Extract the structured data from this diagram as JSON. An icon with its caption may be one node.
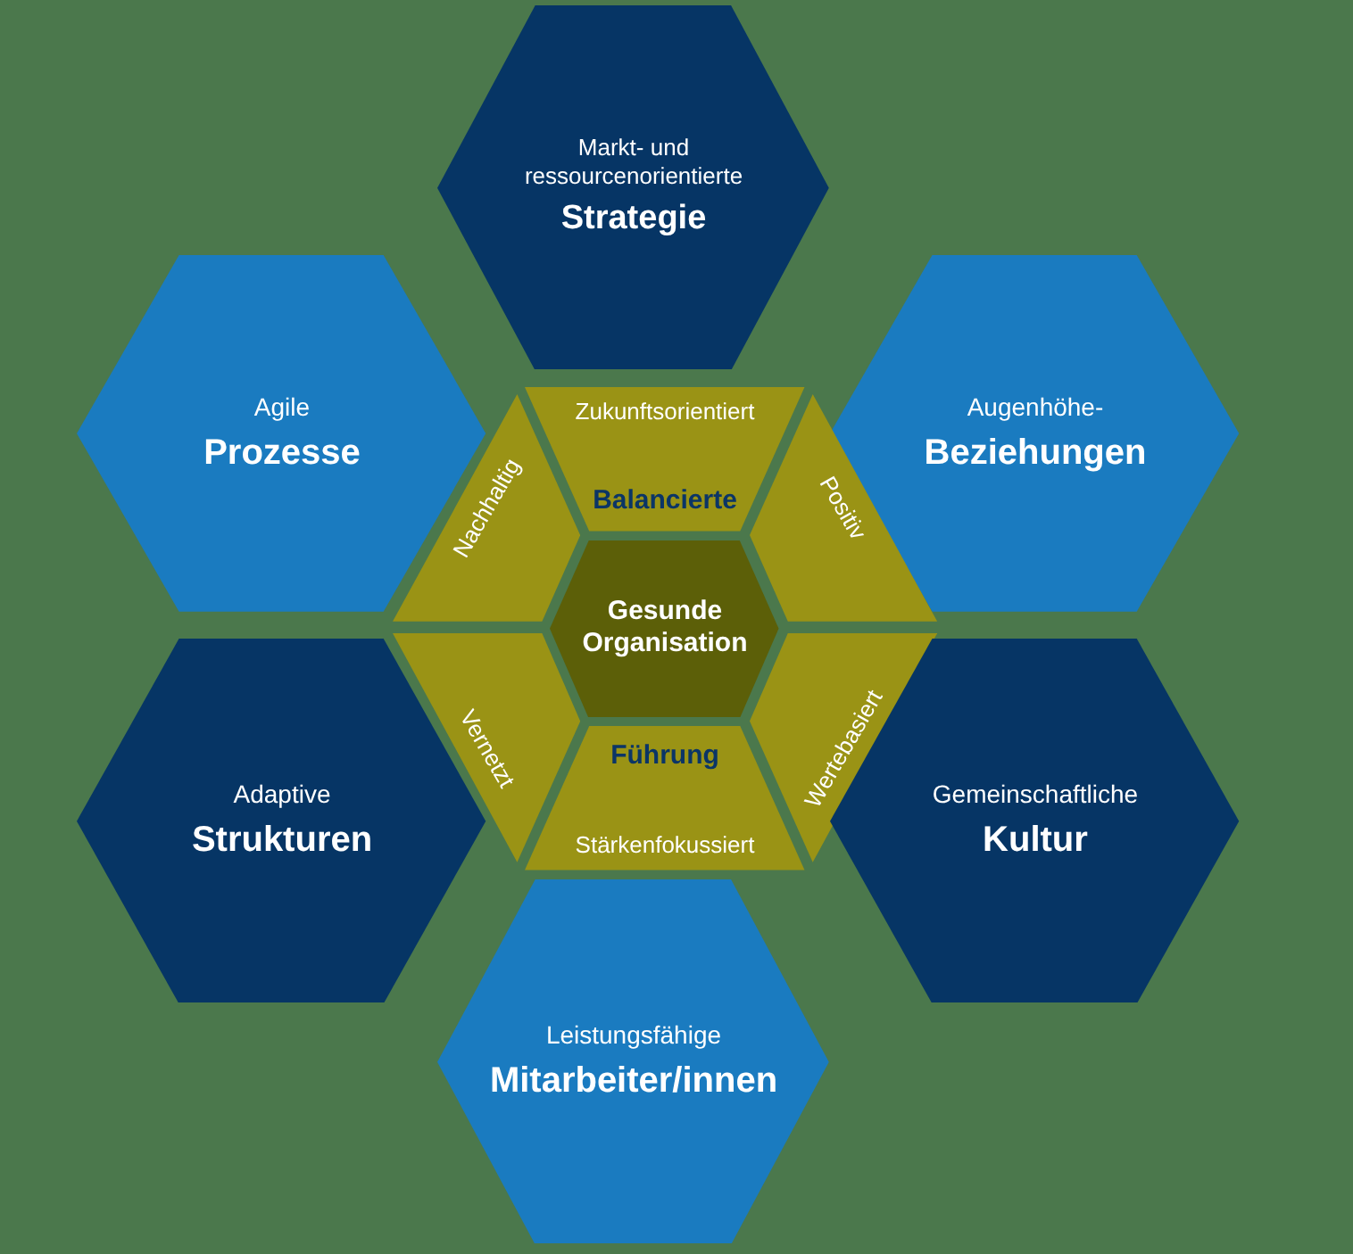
{
  "diagram": {
    "nodes": [
      {
        "text": [
          "Markt- und ressourcenorientierte",
          "Strategie"
        ]
      },
      {
        "text": [
          "Agile",
          "Prozesse"
        ]
      },
      {
        "text": [
          "Augenhöhe-",
          "Beziehungen"
        ]
      },
      {
        "text": [
          "Zukunftsorientiert",
          "Balancierte"
        ]
      },
      {
        "text": [
          "Nachhaltig"
        ]
      },
      {
        "text": [
          "Positiv"
        ]
      },
      {
        "text": [
          "Gesunde Organisation"
        ]
      },
      {
        "text": [
          "Vernetzt"
        ]
      },
      {
        "text": [
          "Wertebasiert"
        ]
      },
      {
        "text": [
          "Führung",
          "Stärkenfokussiert"
        ]
      },
      {
        "text": [
          "Adaptive",
          "Strukturen"
        ]
      },
      {
        "text": [
          "Gemeinschaftliche",
          "Kultur"
        ]
      },
      {
        "text": [
          "Leistungsfähige",
          "Mitarbeiter/innen"
        ]
      }
    ]
  }
}
